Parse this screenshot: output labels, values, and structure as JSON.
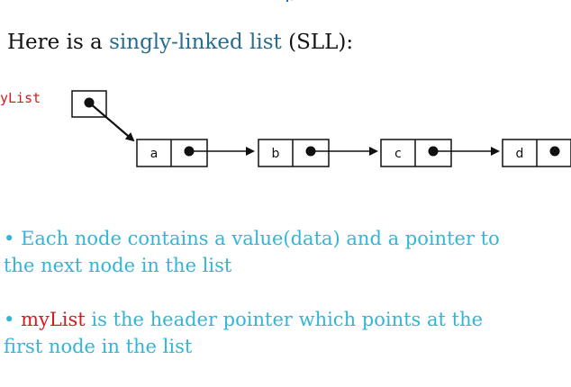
{
  "title_fragment": "p",
  "intro": {
    "text_before": "Here is a ",
    "term": "singly-linked list",
    "text_after": " (SLL):"
  },
  "diagram": {
    "header_pointer_label": "yList",
    "node_values": [
      "a",
      "b",
      "c",
      "d"
    ],
    "colors": {
      "header_label": "#d71920",
      "lines": "#111111"
    }
  },
  "bullets": [
    {
      "dot": "• ",
      "text": "Each node contains a value(data) and a pointer to the next node in the list"
    },
    {
      "dot": "• ",
      "highlight": "myList",
      "text": "  is the header pointer   which points at the first node in the list"
    }
  ],
  "colors": {
    "bullet_text": "#31b6d6",
    "term": "#2a6c90",
    "highlight": "#d71920"
  }
}
